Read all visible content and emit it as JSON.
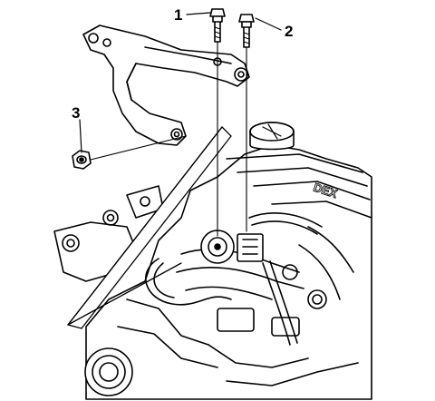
{
  "callouts": [
    {
      "label": "1",
      "part": "bracket-bolt"
    },
    {
      "label": "2",
      "part": "bracket-bolt"
    },
    {
      "label": "3",
      "part": "bracket-nut"
    }
  ],
  "engine_badge": "DEX",
  "colors": {
    "ink": "#000000",
    "paper": "#ffffff"
  }
}
